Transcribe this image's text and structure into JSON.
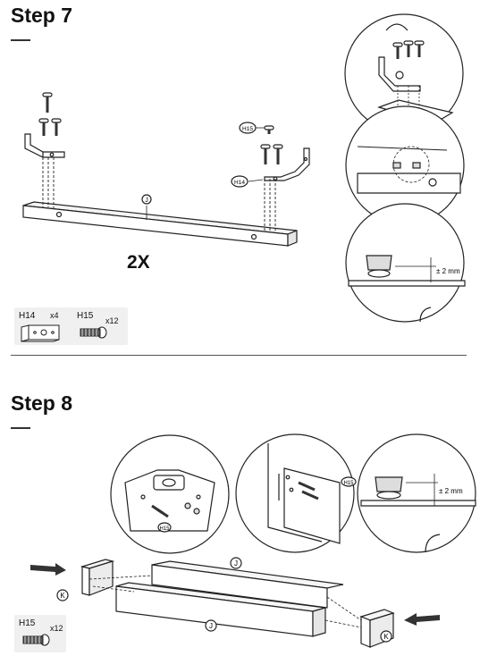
{
  "step7": {
    "title": "Step 7",
    "multiplier": "2X",
    "labels": {
      "rail": "J",
      "screw": "H15",
      "bracket": "H14"
    },
    "measurement": "± 2 mm",
    "parts": [
      {
        "code": "H14",
        "qty": "x4",
        "icon": "corner-bracket-icon"
      },
      {
        "code": "H15",
        "qty": "x12",
        "icon": "screw-icon"
      }
    ]
  },
  "step8": {
    "title": "Step 8",
    "labels": {
      "rail": "J",
      "end_block": "K",
      "screw": "H15"
    },
    "measurement": "± 2 mm",
    "parts": [
      {
        "code": "H15",
        "qty": "x12",
        "icon": "screw-icon"
      }
    ]
  }
}
